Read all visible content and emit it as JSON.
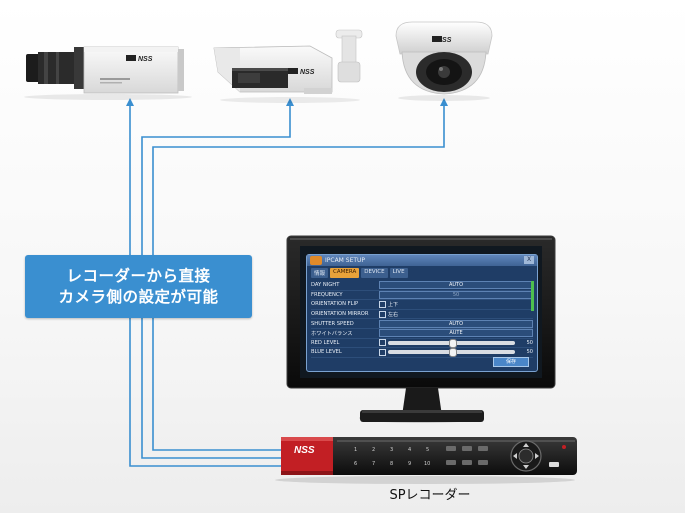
{
  "callout": {
    "line1": "レコーダーから直接",
    "line2": "カメラ側の設定が可能"
  },
  "caption": "SPレコーダー",
  "camera_brand": "NSS",
  "recorder_brand": "NSS",
  "osd": {
    "title": "IPCAM SETUP",
    "close": "X",
    "tabs": [
      {
        "label": "情報",
        "active": false
      },
      {
        "label": "CAMERA",
        "active": true
      },
      {
        "label": "DEVICE",
        "active": false
      },
      {
        "label": "LIVE",
        "active": false
      }
    ],
    "rows": [
      {
        "label": "DAY NIGHT",
        "value": "AUTO"
      },
      {
        "label": "FREQUENCY",
        "value": "50"
      },
      {
        "label": "ORIENTATION FLIP",
        "check": "上下"
      },
      {
        "label": "ORIENTATION MIRROR",
        "check": "左右"
      },
      {
        "label": "SHUTTER SPEED",
        "value": "AUTO"
      },
      {
        "label": "ホワイトバランス",
        "value": "AUTE"
      },
      {
        "label": "RED LEVEL",
        "level": 50
      },
      {
        "label": "BLUE LEVEL",
        "level": 50
      }
    ],
    "button": "保存"
  },
  "recorder_keys": [
    "1",
    "2",
    "3",
    "4",
    "5",
    "6",
    "7",
    "8",
    "9",
    "10"
  ],
  "colors": {
    "accent": "#3a8fd0",
    "wire": "#3a8fd0",
    "recorder_red": "#c21f24"
  }
}
